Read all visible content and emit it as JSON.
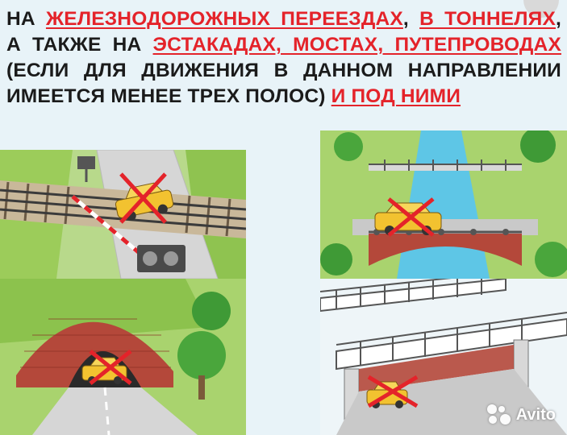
{
  "heading": {
    "part1": "НА ",
    "crossings": "ЖЕЛЕЗНОДОРОЖНЫХ ПЕРЕЕЗДАХ",
    "part2": ", ",
    "tunnels": "В ТОННЕЛЯХ",
    "part3": ", А ТАКЖЕ НА ",
    "overpasses": "ЭСТАКАДАХ, МОСТАХ, ПУТЕПРОВОДАХ",
    "part4": " (ЕСЛИ ДЛЯ ДВИЖЕНИЯ В ДАННОМ НАПРАВЛЕНИИ ИМЕЕТСЯ МЕНЕЕ ТРЕХ ПОЛОС) ",
    "under": "И ПОД НИМИ"
  },
  "watermark": {
    "text": "Avito"
  },
  "colors": {
    "accent": "#e4232a",
    "text": "#1b1b1b",
    "grass": "#9ccc5a",
    "road": "#d9d9d9",
    "brick": "#b4483a",
    "car": "#f2c230",
    "water": "#5ec6e6"
  }
}
